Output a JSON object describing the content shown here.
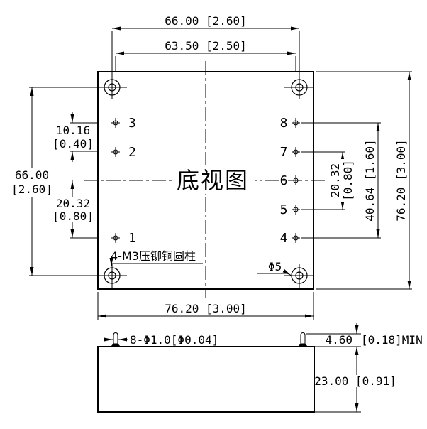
{
  "view_label": "底视图",
  "dims": {
    "top_hole_span": "66.00 [2.60]",
    "top_pin_span": "63.50 [2.50]",
    "left_span_mm": "66.00",
    "left_span_in": "[2.60]",
    "pin_pitch_mm": "10.16",
    "pin_pitch_in": "[0.40]",
    "pin1_offset_mm": "20.32",
    "pin1_offset_in": "[0.80]",
    "right_inner_mm": "20.32",
    "right_inner_in": "[0.80]",
    "right_outer_span": "40.64 [1.60]",
    "right_height": "76.20 [3.00]",
    "bottom_width": "76.20 [3.00]"
  },
  "notes": {
    "standoff": "4-M3压铆铜圆柱",
    "standoff_dia": "Φ5"
  },
  "pins": {
    "left": [
      "3",
      "2",
      "1"
    ],
    "right": [
      "8",
      "7",
      "6",
      "5",
      "4"
    ]
  },
  "side_view": {
    "pin_dia": "8-Φ1.0[Φ0.04]",
    "pin_len_mm": "4.60",
    "pin_len_in": "[0.18]MIN",
    "body_height": "23.00 [0.91]"
  },
  "colors": {
    "line": "#000000",
    "background": "#ffffff"
  }
}
